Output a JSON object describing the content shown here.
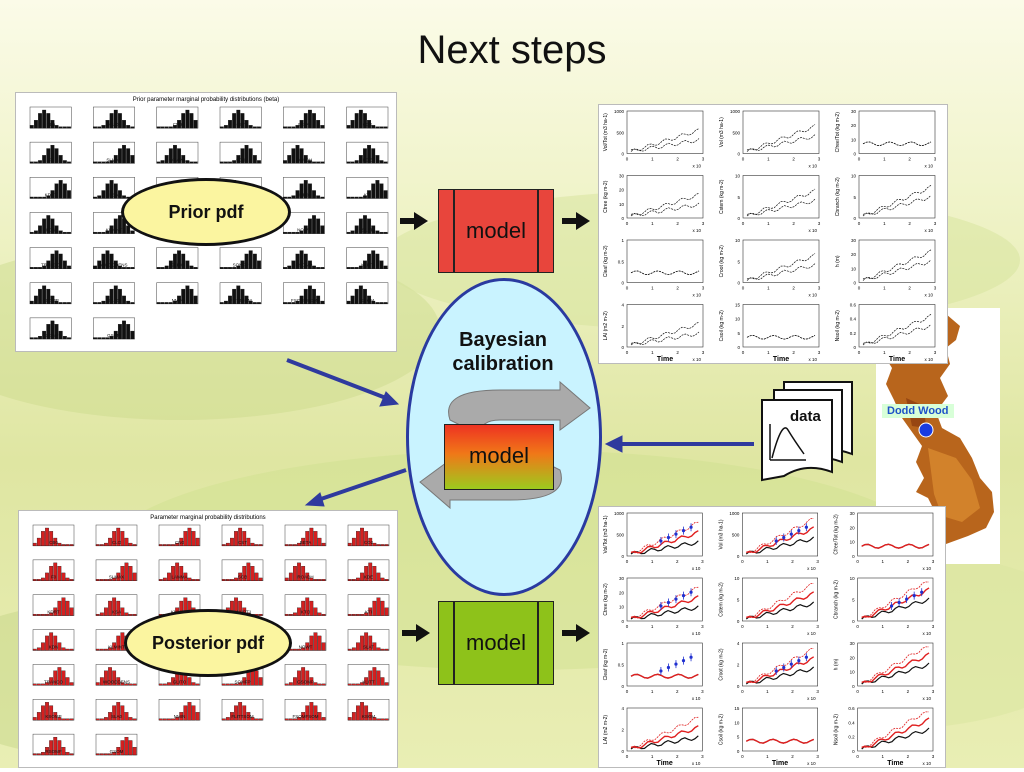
{
  "slide": {
    "title": "Next steps",
    "prior_label": "Prior pdf",
    "posterior_label": "Posterior pdf",
    "model_label": "model",
    "bayes_line1": "Bayesian",
    "bayes_line2": "calibration",
    "data_label": "data",
    "location_label": "Dodd Wood",
    "colors": {
      "model_red": "#e8453c",
      "model_green": "#8ec21a",
      "oval_fill": "#c9f3ff",
      "oval_border": "#2a3aa0",
      "pdf_fill": "#fbf5a0",
      "arrow_blue": "#2f3a9e"
    }
  },
  "prior_panel": {
    "title": "Prior parameter marginal probability distributions (beta)",
    "params": [
      "CB0",
      "CLO",
      "CN0",
      "CST",
      "BETA",
      "CO2",
      "F0",
      "SLMAX",
      "LAMMA",
      "SCB",
      "ROADH",
      "KDE",
      "KDRT",
      "KSA",
      "KNMINT",
      "KNUPT1",
      "KTO",
      "KTI",
      "KDN",
      "KLMINT",
      "NCLMAX",
      "NCRT",
      "NOWT",
      "SLAT",
      "TRANCO",
      "WOODDENS",
      "GLITO",
      "SOMFP",
      "GSOMP",
      "KLITT",
      "KSOMP",
      "SLA0",
      "NMIN",
      "FLITTSOM",
      "FSOMFSOM",
      "KSOM",
      "RSOMF",
      "GSOM"
    ]
  },
  "posterior_panel": {
    "title": "Parameter marginal probability distributions",
    "params": [
      "CB0",
      "CLO",
      "CN0",
      "CST",
      "BETA",
      "CO2",
      "F0",
      "SLMAX",
      "LAMMA",
      "SCB",
      "ROADH",
      "KDE",
      "KDRT",
      "KSA",
      "KNMINT",
      "KNUPT1",
      "KTO",
      "KTI",
      "KDN",
      "KLMINT",
      "NCLMAX",
      "NCRT",
      "NOWT",
      "SLAT",
      "TRANCO",
      "WOODDENS",
      "GLITO",
      "SOMFP",
      "GSOMP",
      "KLITT",
      "KSOMP",
      "SLA0",
      "NMIN",
      "FLITTSOM",
      "FSOMFSOM",
      "KSOM",
      "RSOMF",
      "GSOM"
    ]
  },
  "output_panel_top": {
    "xlabel": "Time",
    "xscale_note": "x 10",
    "plots": [
      {
        "ylabel": "Vol/Tot (m3 ha-1)",
        "yticks": [
          "0",
          "500",
          "1000"
        ]
      },
      {
        "ylabel": "Vol (m3 ha-1)",
        "yticks": [
          "0",
          "500",
          "1000"
        ]
      },
      {
        "ylabel": "Cfree/Tot (kg m-2)",
        "yticks": [
          "0",
          "10",
          "20",
          "30"
        ]
      },
      {
        "ylabel": "Ctree (kg m-2)",
        "yticks": [
          "0",
          "10",
          "20",
          "30"
        ]
      },
      {
        "ylabel": "Cstem (kg m-2)",
        "yticks": [
          "0",
          "5",
          "10"
        ]
      },
      {
        "ylabel": "Cbranch (kg m-2)",
        "yticks": [
          "0",
          "5",
          "10"
        ]
      },
      {
        "ylabel": "Cleaf (kg m-2)",
        "yticks": [
          "0",
          "0.5",
          "1"
        ]
      },
      {
        "ylabel": "Croot (kg m-2)",
        "yticks": [
          "0",
          "5",
          "10"
        ]
      },
      {
        "ylabel": "h (m)",
        "yticks": [
          "0",
          "10",
          "20",
          "30"
        ]
      },
      {
        "ylabel": "LAI (m2 m-2)",
        "yticks": [
          "0",
          "2",
          "4"
        ]
      },
      {
        "ylabel": "Csoil (kg m-2)",
        "yticks": [
          "0",
          "5",
          "10",
          "15"
        ]
      },
      {
        "ylabel": "Nsoil (kg m-2)",
        "yticks": [
          "0",
          "0.2",
          "0.4",
          "0.6"
        ]
      }
    ],
    "xticks": [
      "0",
      "1",
      "2",
      "3"
    ]
  },
  "output_panel_bottom": {
    "xlabel": "Time",
    "xscale_note": "x 10",
    "plots": [
      {
        "ylabel": "Vol/Tot (m3 ha-1)",
        "yticks": [
          "0",
          "500",
          "1000"
        ]
      },
      {
        "ylabel": "Vol (m3 ha-1)",
        "yticks": [
          "0",
          "500",
          "1000"
        ]
      },
      {
        "ylabel": "Cfree/Tot (kg m-2)",
        "yticks": [
          "0",
          "10",
          "20",
          "30"
        ]
      },
      {
        "ylabel": "Ctree (kg m-2)",
        "yticks": [
          "0",
          "10",
          "20",
          "30"
        ]
      },
      {
        "ylabel": "Cstem (kg m-2)",
        "yticks": [
          "0",
          "5",
          "10"
        ]
      },
      {
        "ylabel": "Cbranch (kg m-2)",
        "yticks": [
          "0",
          "5",
          "10"
        ]
      },
      {
        "ylabel": "Cleaf (kg m-2)",
        "yticks": [
          "0",
          "0.5",
          "1"
        ]
      },
      {
        "ylabel": "Croot (kg m-2)",
        "yticks": [
          "0",
          "2",
          "4"
        ]
      },
      {
        "ylabel": "h (m)",
        "yticks": [
          "0",
          "10",
          "20",
          "30"
        ]
      },
      {
        "ylabel": "LAI (m2 m-2)",
        "yticks": [
          "0",
          "2",
          "4"
        ]
      },
      {
        "ylabel": "Csoil (kg m-2)",
        "yticks": [
          "0",
          "5",
          "10",
          "15"
        ]
      },
      {
        "ylabel": "Nsoil (kg m-2)",
        "yticks": [
          "0",
          "0.2",
          "0.4",
          "0.6"
        ]
      }
    ],
    "xticks": [
      "0",
      "1",
      "2",
      "3"
    ]
  }
}
